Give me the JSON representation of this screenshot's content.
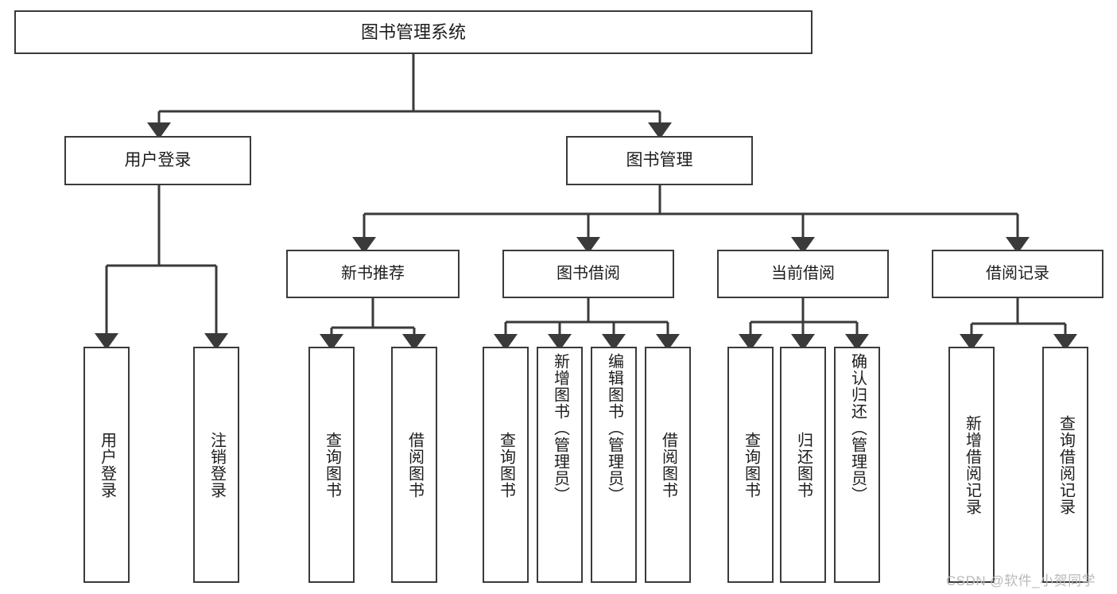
{
  "diagram": {
    "title": "图书管理系统",
    "type": "tree-hierarchy-diagram",
    "colors": {
      "stroke": "#3a3a3a",
      "fill": "#ffffff",
      "text": "#1d1d1d",
      "watermark": "#b9b9b9"
    },
    "root": {
      "label": "图书管理系统"
    },
    "level1": [
      {
        "label": "用户登录"
      },
      {
        "label": "图书管理"
      }
    ],
    "user_login_children": [
      {
        "label": "用户登录"
      },
      {
        "label": "注销登录"
      }
    ],
    "book_manage_children": [
      {
        "label": "新书推荐"
      },
      {
        "label": "图书借阅"
      },
      {
        "label": "当前借阅"
      },
      {
        "label": "借阅记录"
      }
    ],
    "new_book_children": [
      {
        "label": "查询图书"
      },
      {
        "label": "借阅图书"
      }
    ],
    "borrow_children": [
      {
        "label": "查询图书"
      },
      {
        "label": "新增图书（管理员）"
      },
      {
        "label": "编辑图书（管理员）"
      },
      {
        "label": "借阅图书"
      }
    ],
    "current_borrow_children": [
      {
        "label": "查询图书"
      },
      {
        "label": "归还图书"
      },
      {
        "label": "确认归还（管理员）"
      }
    ],
    "borrow_record_children": [
      {
        "label": "新增借阅记录"
      },
      {
        "label": "查询借阅记录"
      }
    ]
  },
  "watermark": {
    "text": "CSDN @软件_小贺同学"
  }
}
